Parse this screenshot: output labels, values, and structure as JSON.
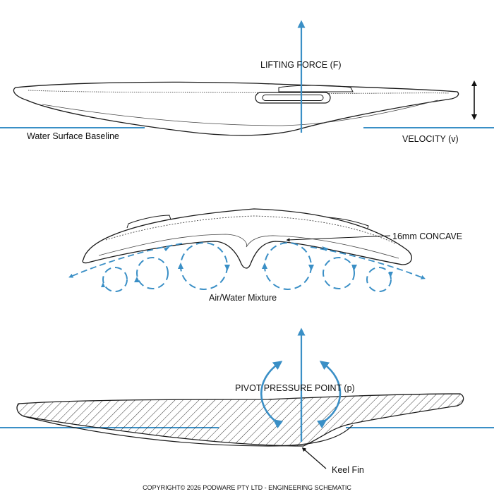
{
  "labels": {
    "lifting_force": "LIFTING FORCE (F)",
    "water_surface": "Water Surface Baseline",
    "velocity": "VELOCITY (v)",
    "concave": "16mm CONCAVE",
    "air_water": "Air/Water Mixture",
    "pivot": "PIVOT PRESSURE POINT (p)",
    "keel_fin": "Keel Fin",
    "footer": "COPYRIGHT© 2026 PODWARE PTY LTD - ENGINEERING SCHEMATIC"
  },
  "colors": {
    "accent_blue": "#3a8fc6",
    "line": "#1a1a1a"
  }
}
